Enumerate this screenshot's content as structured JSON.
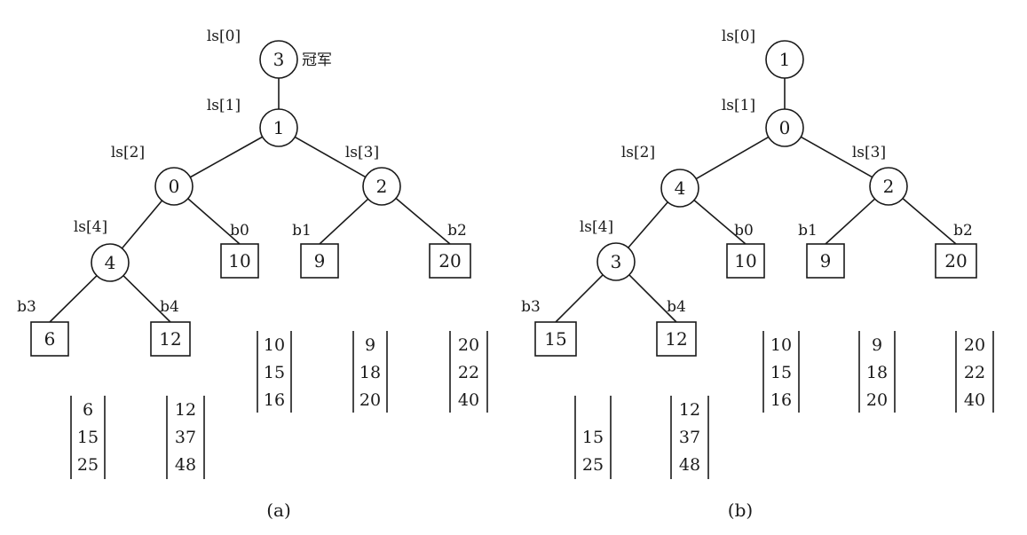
{
  "panels": [
    {
      "caption": "(a)",
      "champion_label": "冠军",
      "nodes": [
        {
          "label": "ls[0]",
          "value": "3"
        },
        {
          "label": "ls[1]",
          "value": "1"
        },
        {
          "label": "ls[2]",
          "value": "0"
        },
        {
          "label": "ls[3]",
          "value": "2"
        },
        {
          "label": "ls[4]",
          "value": "4"
        }
      ],
      "leaves": [
        {
          "label": "b0",
          "value": "10"
        },
        {
          "label": "b1",
          "value": "9"
        },
        {
          "label": "b2",
          "value": "20"
        },
        {
          "label": "b3",
          "value": "6"
        },
        {
          "label": "b4",
          "value": "12"
        }
      ],
      "runs": [
        {
          "values": [
            "10",
            "15",
            "16"
          ]
        },
        {
          "values": [
            "9",
            "18",
            "20"
          ]
        },
        {
          "values": [
            "20",
            "22",
            "40"
          ]
        },
        {
          "values": [
            "6",
            "15",
            "25"
          ]
        },
        {
          "values": [
            "12",
            "37",
            "48"
          ]
        }
      ]
    },
    {
      "caption": "(b)",
      "champion_label": "",
      "nodes": [
        {
          "label": "ls[0]",
          "value": "1"
        },
        {
          "label": "ls[1]",
          "value": "0"
        },
        {
          "label": "ls[2]",
          "value": "4"
        },
        {
          "label": "ls[3]",
          "value": "2"
        },
        {
          "label": "ls[4]",
          "value": "3"
        }
      ],
      "leaves": [
        {
          "label": "b0",
          "value": "10"
        },
        {
          "label": "b1",
          "value": "9"
        },
        {
          "label": "b2",
          "value": "20"
        },
        {
          "label": "b3",
          "value": "15"
        },
        {
          "label": "b4",
          "value": "12"
        }
      ],
      "runs": [
        {
          "values": [
            "10",
            "15",
            "16"
          ]
        },
        {
          "values": [
            "9",
            "18",
            "20"
          ]
        },
        {
          "values": [
            "20",
            "22",
            "40"
          ]
        },
        {
          "values": [
            "15",
            "25"
          ]
        },
        {
          "values": [
            "12",
            "37",
            "48"
          ]
        }
      ]
    }
  ]
}
